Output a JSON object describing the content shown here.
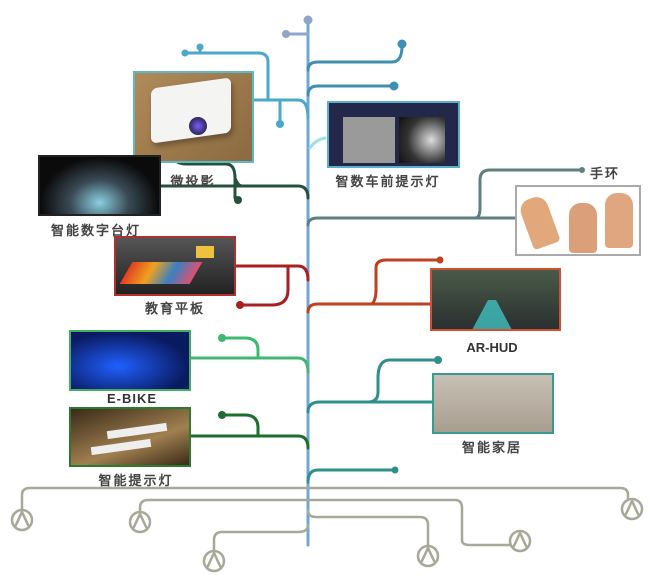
{
  "nodes": {
    "projector": {
      "label": "微投影",
      "border": "#5fb8c8"
    },
    "headlight": {
      "label": "智数车前提示灯",
      "border": "#5ab0c8"
    },
    "desk_lamp": {
      "label": "智能数字台灯",
      "border": "#222222"
    },
    "wristband": {
      "label": "手环",
      "border": "#999999"
    },
    "tablet": {
      "label": "教育平板",
      "border": "#b03030"
    },
    "ar_hud": {
      "label": "AR-HUD",
      "border": "#d05030"
    },
    "ebike": {
      "label": "E-BIKE",
      "border": "#40b060"
    },
    "smart_lamp": {
      "label": "智能提示灯",
      "border": "#2a7a30"
    },
    "smart_home": {
      "label": "智能家居",
      "border": "#3a9a90"
    }
  },
  "colors": {
    "trunk": "#6fa8d8",
    "teal": "#4aa8c0",
    "dark_green": "#24503c",
    "slate": "#5f7f80",
    "red": "#a82020",
    "orange_red": "#c04020",
    "light_green": "#40b870",
    "green": "#1e6e2e",
    "sea": "#2f8f8a",
    "root": "#a8a898"
  }
}
